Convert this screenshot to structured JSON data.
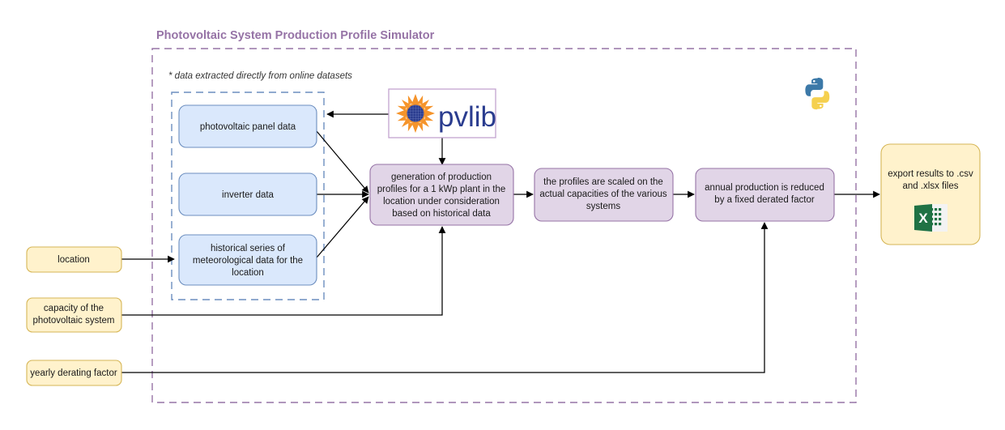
{
  "diagram": {
    "title": "Photovoltaic System Production Profile Simulator",
    "footnote": "* data extracted directly from online datasets",
    "title_color": "#9673a6"
  },
  "colors": {
    "frame_outer": "#9673a6",
    "frame_inner": "#6c8ebf",
    "box_blue_fill": "#dae8fc",
    "box_blue_stroke": "#6c8ebf",
    "box_purple_fill": "#e1d5e7",
    "box_purple_stroke": "#9673a6",
    "box_yellow_fill": "#fff2cc",
    "box_yellow_stroke": "#d6b656",
    "edge": "#000000",
    "pvlib_text": "#2a3c8f",
    "pvlib_sun": "#f5942b",
    "excel_green": "#1f7244",
    "python_blue": "#3c79a8",
    "python_yellow": "#f5d04f"
  },
  "data_sources": {
    "panel": "photovoltaic panel data",
    "inverter": "inverter data",
    "meteo_line1": "historical series of",
    "meteo_line2": "meteorological data for the",
    "meteo_line3": "location"
  },
  "inputs": {
    "location": "location",
    "capacity_line1": "capacity of the",
    "capacity_line2": "photovoltaic system",
    "derating": "yearly derating factor"
  },
  "process": {
    "generation_line1": "generation of production",
    "generation_line2": "profiles for a 1 kWp plant in the",
    "generation_line3": "location under consideration",
    "generation_line4": "based on historical data",
    "scaling_line1": "the profiles are scaled on the",
    "scaling_line2": "actual capacities of the various",
    "scaling_line3": "systems",
    "derated_line1": "annual production is reduced",
    "derated_line2": "by a fixed derated factor"
  },
  "output": {
    "export_line1": "export results to .csv",
    "export_line2": "and .xlsx files"
  },
  "logos": {
    "pvlib_label": "pvlib",
    "python_label": "python-logo",
    "excel_label": "excel-file-icon"
  }
}
